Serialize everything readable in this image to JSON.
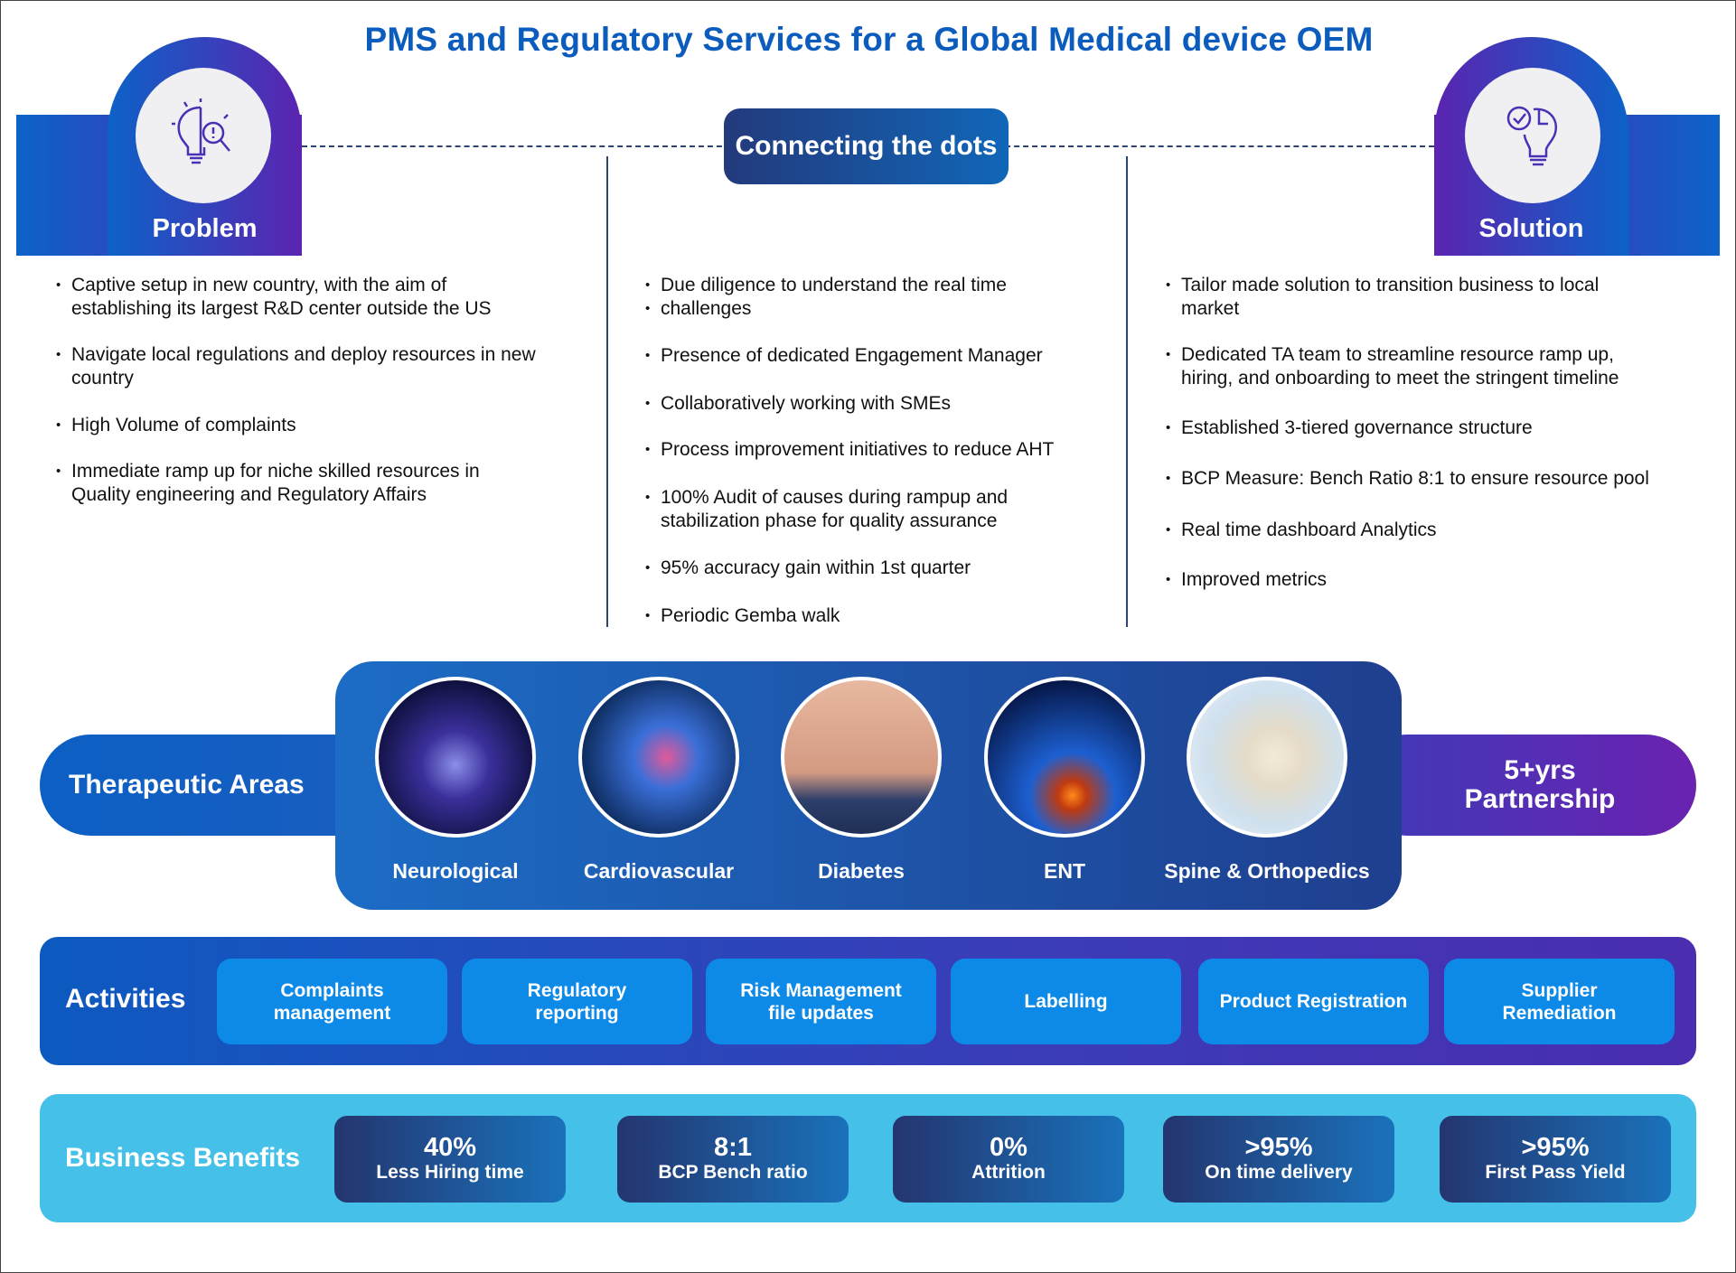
{
  "title": "PMS and Regulatory Services for a Global Medical device OEM",
  "problem": {
    "label": "Problem",
    "icon": "lightbulb-puzzle-search-icon",
    "items": [
      "Captive setup in new country, with the aim of\nestablishing its largest R&D center outside the US",
      "Navigate local regulations and deploy resources in new\ncountry",
      "High Volume of complaints",
      "Immediate ramp up for niche skilled resources in\nQuality engineering and Regulatory Affairs"
    ]
  },
  "connecting": {
    "label": "Connecting the dots",
    "items": [
      "Due diligence to understand the real time",
      "challenges",
      "Presence of dedicated Engagement Manager",
      "Collaboratively working with SMEs",
      "Process improvement initiatives to reduce AHT",
      "100% Audit of causes during rampup and\nstabilization phase for quality assurance",
      "95% accuracy gain within 1st quarter",
      "Periodic Gemba walk"
    ]
  },
  "solution": {
    "label": "Solution",
    "icon": "lightbulb-check-puzzle-icon",
    "items": [
      "Tailor made solution to transition business to local\nmarket",
      "Dedicated TA team  to streamline  resource ramp up,\nhiring, and onboarding to meet the stringent timeline",
      "Established 3-tiered governance structure",
      "BCP Measure: Bench Ratio 8:1 to ensure resource pool",
      "Real time dashboard Analytics",
      "Improved metrics"
    ]
  },
  "therapeutic": {
    "label": "Therapeutic Areas",
    "areas": [
      "Neurological",
      "Cardiovascular",
      "Diabetes",
      "ENT",
      "Spine & Orthopedics"
    ]
  },
  "partnership": {
    "line1": "5+yrs",
    "line2": "Partnership"
  },
  "activities": {
    "label": "Activities",
    "items": [
      "Complaints\nmanagement",
      "Regulatory\nreporting",
      "Risk Management\nfile updates",
      "Labelling",
      "Product Registration",
      "Supplier\nRemediation"
    ]
  },
  "benefits": {
    "label": "Business Benefits",
    "items": [
      {
        "value": "40%",
        "label": "Less Hiring time"
      },
      {
        "value": "8:1",
        "label": "BCP Bench ratio"
      },
      {
        "value": "0%",
        "label": "Attrition"
      },
      {
        "value": ">95%",
        "label": "On time delivery"
      },
      {
        "value": ">95%",
        "label": "First Pass Yield"
      }
    ]
  },
  "colors": {
    "title": "#0b5cbd",
    "blue": "#0c62c8",
    "purple": "#5b24b0",
    "benefits_bg": "#45c0e8",
    "activity_box": "#0d8ae8"
  }
}
